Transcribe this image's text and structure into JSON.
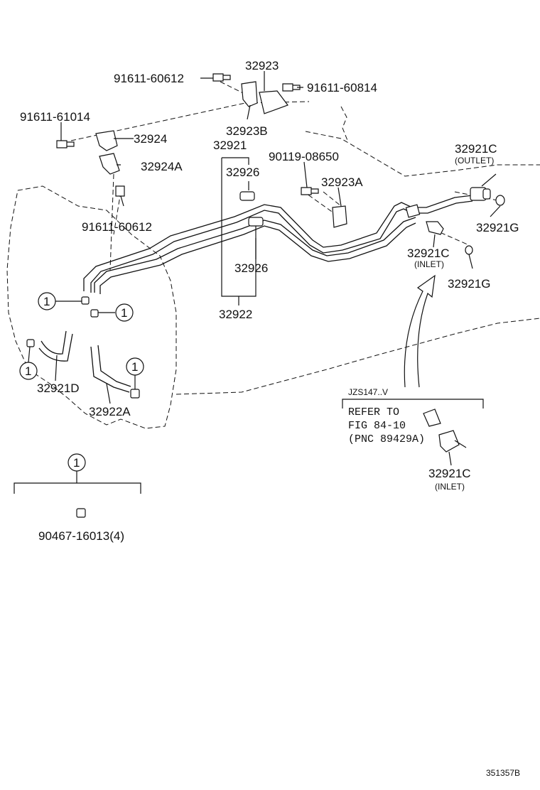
{
  "labels": {
    "p91611_60612_top": "91611-60612",
    "p32923": "32923",
    "p91611_60814": "91611-60814",
    "p91611_61014": "91611-61014",
    "p32924": "32924",
    "p32923B": "32923B",
    "p32921": "32921",
    "p90119_08650": "90119-08650",
    "p32921C_outlet": "32921C",
    "outlet_note": "(OUTLET)",
    "p32924A": "32924A",
    "p32926_top": "32926",
    "p32923A": "32923A",
    "p91611_60612_low": "91611-60612",
    "p32921G_right": "32921G",
    "p32921C_inlet": "32921C",
    "inlet_note": "(INLET)",
    "p32926_low": "32926",
    "p32921G_low": "32921G",
    "p32922": "32922",
    "p32921D": "32921D",
    "p32922A": "32922A",
    "model_code": "JZS147..V",
    "refer_line1": "REFER TO",
    "refer_line2": "FIG 84-10",
    "refer_line3": "(PNC 89429A)",
    "p32921C_inlet2": "32921C",
    "inlet_note2": "(INLET)",
    "callout_num": "1",
    "p90467": "90467-16013(4)",
    "diagram_id": "351357B"
  }
}
